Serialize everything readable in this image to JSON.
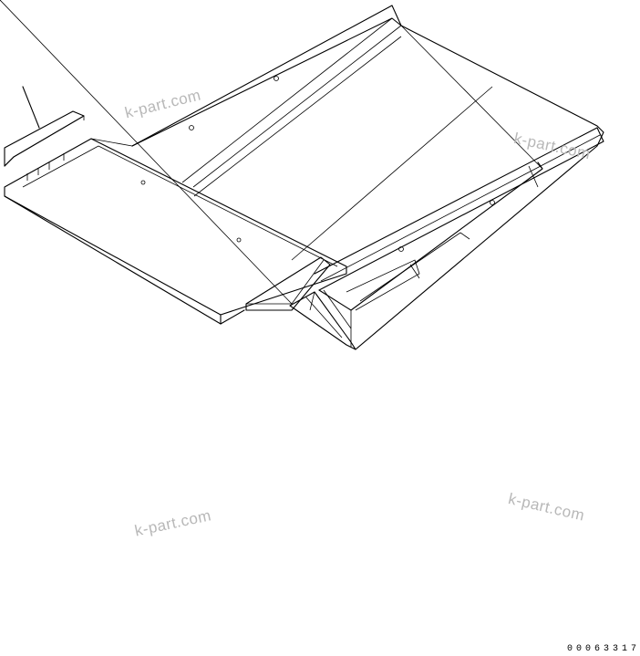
{
  "watermarks": [
    "k-part.com",
    "k-part.com",
    "k-part.com",
    "k-part.com"
  ],
  "drawing_number": "00063317"
}
